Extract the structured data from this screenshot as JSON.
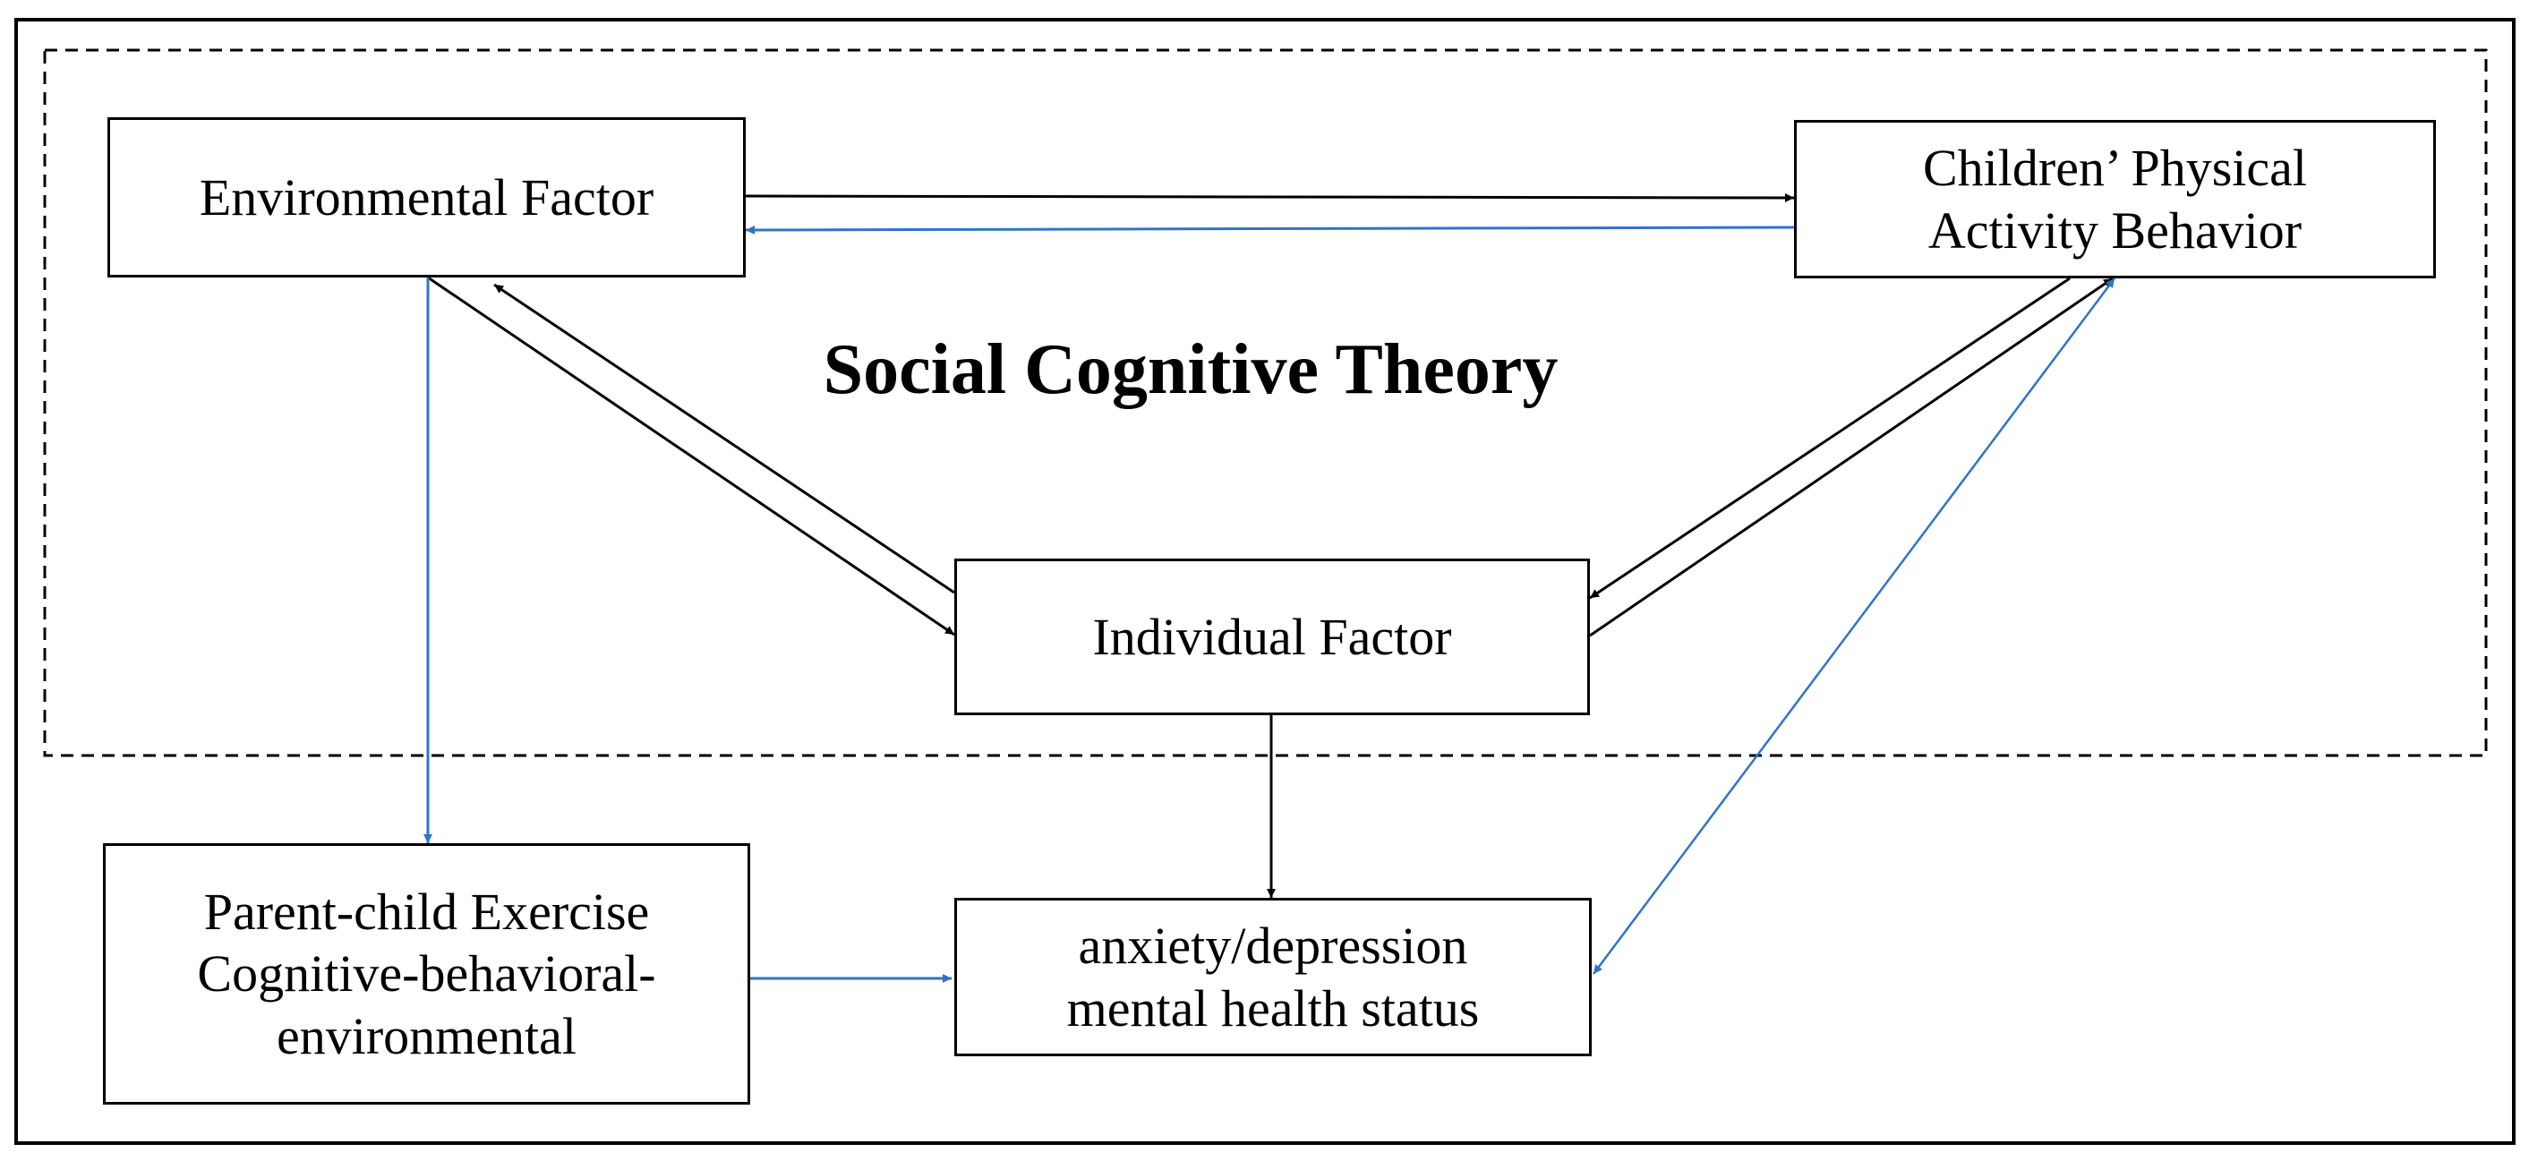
{
  "diagram": {
    "theory_label": "Social Cognitive Theory",
    "nodes": {
      "environmental": {
        "lines": [
          "Environmental Factor"
        ]
      },
      "behavior": {
        "lines": [
          "Children’ Physical",
          "Activity Behavior"
        ]
      },
      "individual": {
        "lines": [
          "Individual Factor"
        ]
      },
      "parent_child": {
        "lines": [
          "Parent-child Exercise",
          "Cognitive-behavioral-",
          "environmental"
        ]
      },
      "mental_health": {
        "lines": [
          "anxiety/depression",
          "mental health status"
        ]
      }
    },
    "edges": [
      {
        "from": "environmental",
        "to": "behavior",
        "color": "#000000"
      },
      {
        "from": "behavior",
        "to": "environmental",
        "color": "#2e75c8"
      },
      {
        "from": "environmental",
        "to": "individual",
        "color": "#000000"
      },
      {
        "from": "individual",
        "to": "environmental",
        "color": "#000000"
      },
      {
        "from": "behavior",
        "to": "individual",
        "color": "#000000"
      },
      {
        "from": "individual",
        "to": "behavior",
        "color": "#000000"
      },
      {
        "from": "environmental",
        "to": "parent_child",
        "color": "#2e75c8"
      },
      {
        "from": "individual",
        "to": "mental_health",
        "color": "#000000"
      },
      {
        "from": "parent_child",
        "to": "mental_health",
        "color": "#2e75c8"
      },
      {
        "from": "behavior",
        "to": "mental_health",
        "color": "#2e75c8",
        "bidirectional": true
      }
    ],
    "colors": {
      "black": "#000000",
      "blue": "#2e75c8",
      "border": "#000000"
    }
  }
}
